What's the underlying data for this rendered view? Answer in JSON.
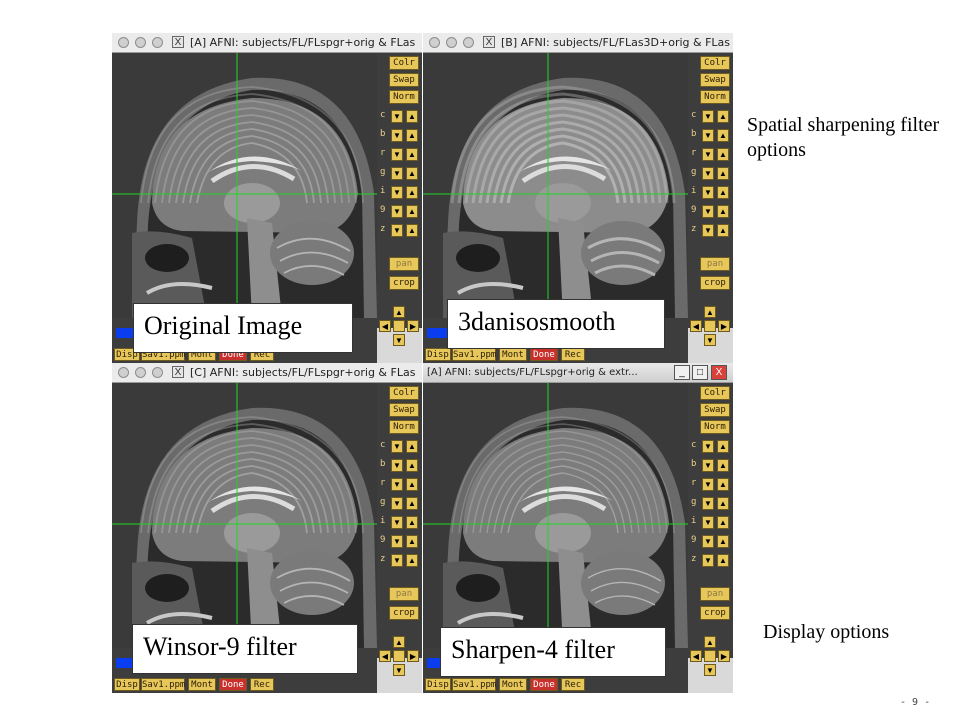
{
  "windows": [
    {
      "title": "[A] AFNI: subjects/FL/FLspgr+orig & FLas",
      "style": "mac",
      "label": "Original Image",
      "variant": "original"
    },
    {
      "title": "[B] AFNI: subjects/FL/FLas3D+orig & FLas",
      "style": "mac",
      "label": "3danisosmooth",
      "variant": "smooth"
    },
    {
      "title": "[C] AFNI: subjects/FL/FLspgr+orig & FLas",
      "style": "mac",
      "label": "Winsor-9  filter",
      "variant": "original"
    },
    {
      "title": "[A] AFNI: subjects/FL/FLspgr+orig & extr...",
      "style": "windows",
      "label": "Sharpen-4  filter",
      "variant": "sharp"
    }
  ],
  "side_buttons": [
    "Colr",
    "Swap",
    "Norm"
  ],
  "control_letters": [
    "c",
    "b",
    "r",
    "g",
    "i",
    "9",
    "z"
  ],
  "pan_label": "pan",
  "crop_label": "crop",
  "bottom_buttons": [
    "Disp",
    "Sav1.ppm",
    "Mont",
    "Done",
    "Rec"
  ],
  "window_controls": {
    "minimize": "_",
    "maximize": "□",
    "close": "X"
  },
  "annotations": {
    "spatial": "Spatial sharpening filter options",
    "display": "Display options"
  },
  "page_number": "- 9 -",
  "colors": {
    "crosshair": "#21d621",
    "button": "#e7c65a",
    "done_button": "#c9302c",
    "slider": "#0a3df0"
  }
}
